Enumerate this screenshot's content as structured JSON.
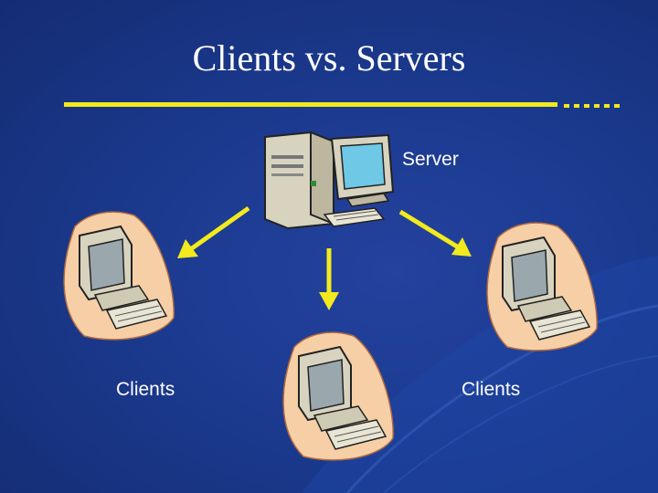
{
  "slide": {
    "title": "Clients vs. Servers",
    "server_label": "Server",
    "clients_left_label": "Clients",
    "clients_right_label": "Clients"
  },
  "colors": {
    "background": "#1b3a8f",
    "accent_yellow": "#f2ea1c",
    "client_halo": "#f6cfa6"
  },
  "nodes": [
    "server-computer-icon",
    "client-computer-icon",
    "client-computer-icon",
    "client-computer-icon"
  ]
}
